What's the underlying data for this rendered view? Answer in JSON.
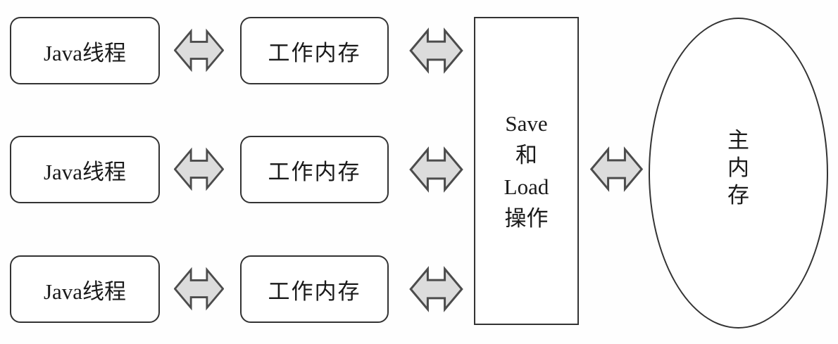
{
  "colors": {
    "arrow_fill": "#dcdcdc",
    "arrow_stroke": "#4c4c4c",
    "box_border": "#333333",
    "text": "#1a1a1a",
    "background": "#fefefe"
  },
  "rows": [
    {
      "thread_label": "Java线程",
      "memory_label": "工作内存"
    },
    {
      "thread_label": "Java线程",
      "memory_label": "工作内存"
    },
    {
      "thread_label": "Java线程",
      "memory_label": "工作内存"
    }
  ],
  "save_load_box": {
    "lines": [
      "Save",
      "和",
      "Load",
      "操作"
    ]
  },
  "main_memory": {
    "label": "主内存"
  }
}
